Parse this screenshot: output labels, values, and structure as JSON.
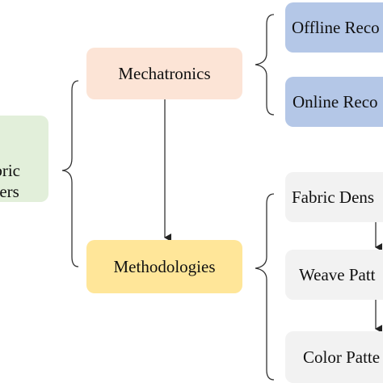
{
  "nodes": {
    "root": {
      "line1": "abric",
      "line2": "eters",
      "color": "#e2efda"
    },
    "mechatronics": {
      "label": "Mechatronics",
      "color": "#fce4d6"
    },
    "methodologies": {
      "label": "Methodologies",
      "color": "#ffe699"
    },
    "offline": {
      "label": "Offline Reco",
      "color": "#b4c7e7"
    },
    "online": {
      "label": "Online Reco",
      "color": "#b4c7e7"
    },
    "fabric_density": {
      "label": "Fabric Dens",
      "color": "#f2f2f2"
    },
    "weave_pattern": {
      "label": "Weave Patt",
      "color": "#f2f2f2"
    },
    "color_pattern": {
      "label": "Color Patte",
      "color": "#f2f2f2"
    }
  },
  "line_color": "#333333"
}
